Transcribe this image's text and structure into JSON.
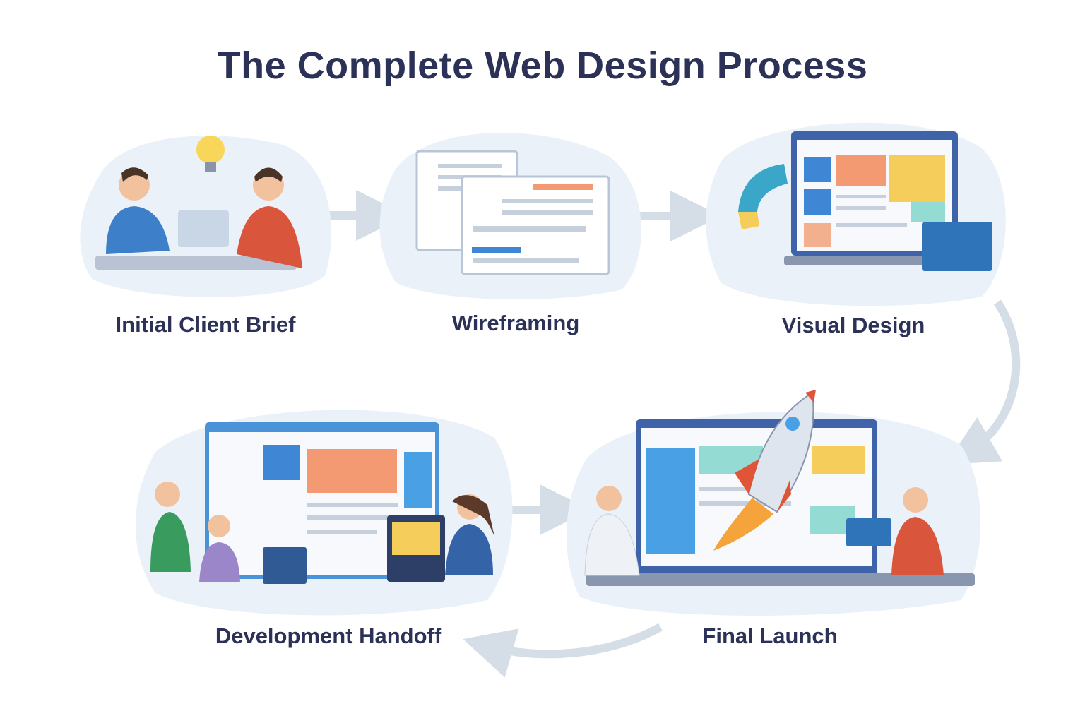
{
  "title": "The Complete Web Design Process",
  "stages": [
    {
      "label": "Initial Client Brief"
    },
    {
      "label": "Wireframing"
    },
    {
      "label": "Visual Design"
    },
    {
      "label": "Development Handoff"
    },
    {
      "label": "Final Launch"
    }
  ],
  "colors": {
    "title": "#2b3157",
    "blob": "#eaf1f8",
    "arrow": "#d5dde7",
    "accent_blue": "#3f86d4",
    "accent_orange": "#f39a72",
    "accent_yellow": "#f4cd5a"
  }
}
